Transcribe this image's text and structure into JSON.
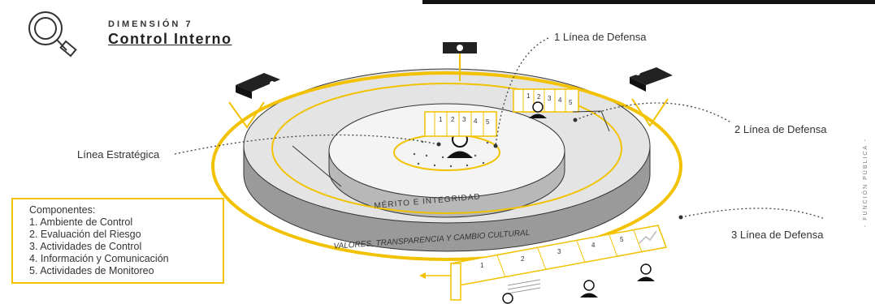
{
  "header": {
    "dimension": "DIMENSIÓN 7",
    "title": "Control Interno"
  },
  "callouts": {
    "linea1": "1 Línea de Defensa",
    "linea2": "2 Línea de Defensa",
    "linea3": "3 Línea de Defensa",
    "estrategica": "Línea Estratégica"
  },
  "rings": {
    "inner_label": "MÉRITO E INTEGRIDAD",
    "outer_label": "VALORES, TRANSPARENCIA Y CAMBIO CULTURAL"
  },
  "steps": [
    "1",
    "2",
    "3",
    "4",
    "5"
  ],
  "components": {
    "heading": "Componentes:",
    "items": [
      "1. Ambiente de Control",
      "2. Evaluación del Riesgo",
      "3. Actividades de Control",
      "4. Información y Comunicación",
      "5. Actividades de Monitoreo"
    ]
  },
  "side_text": "- FUNCIÓN PÚBLICA -",
  "colors": {
    "accent": "#f2c200",
    "outline": "#333333",
    "band": "#9a9a9a",
    "disc": "#e4e4e4"
  },
  "icons": [
    "magnifier-icon",
    "camera-icon",
    "projector-icon",
    "person-icon",
    "chart-icon",
    "document-icon"
  ]
}
